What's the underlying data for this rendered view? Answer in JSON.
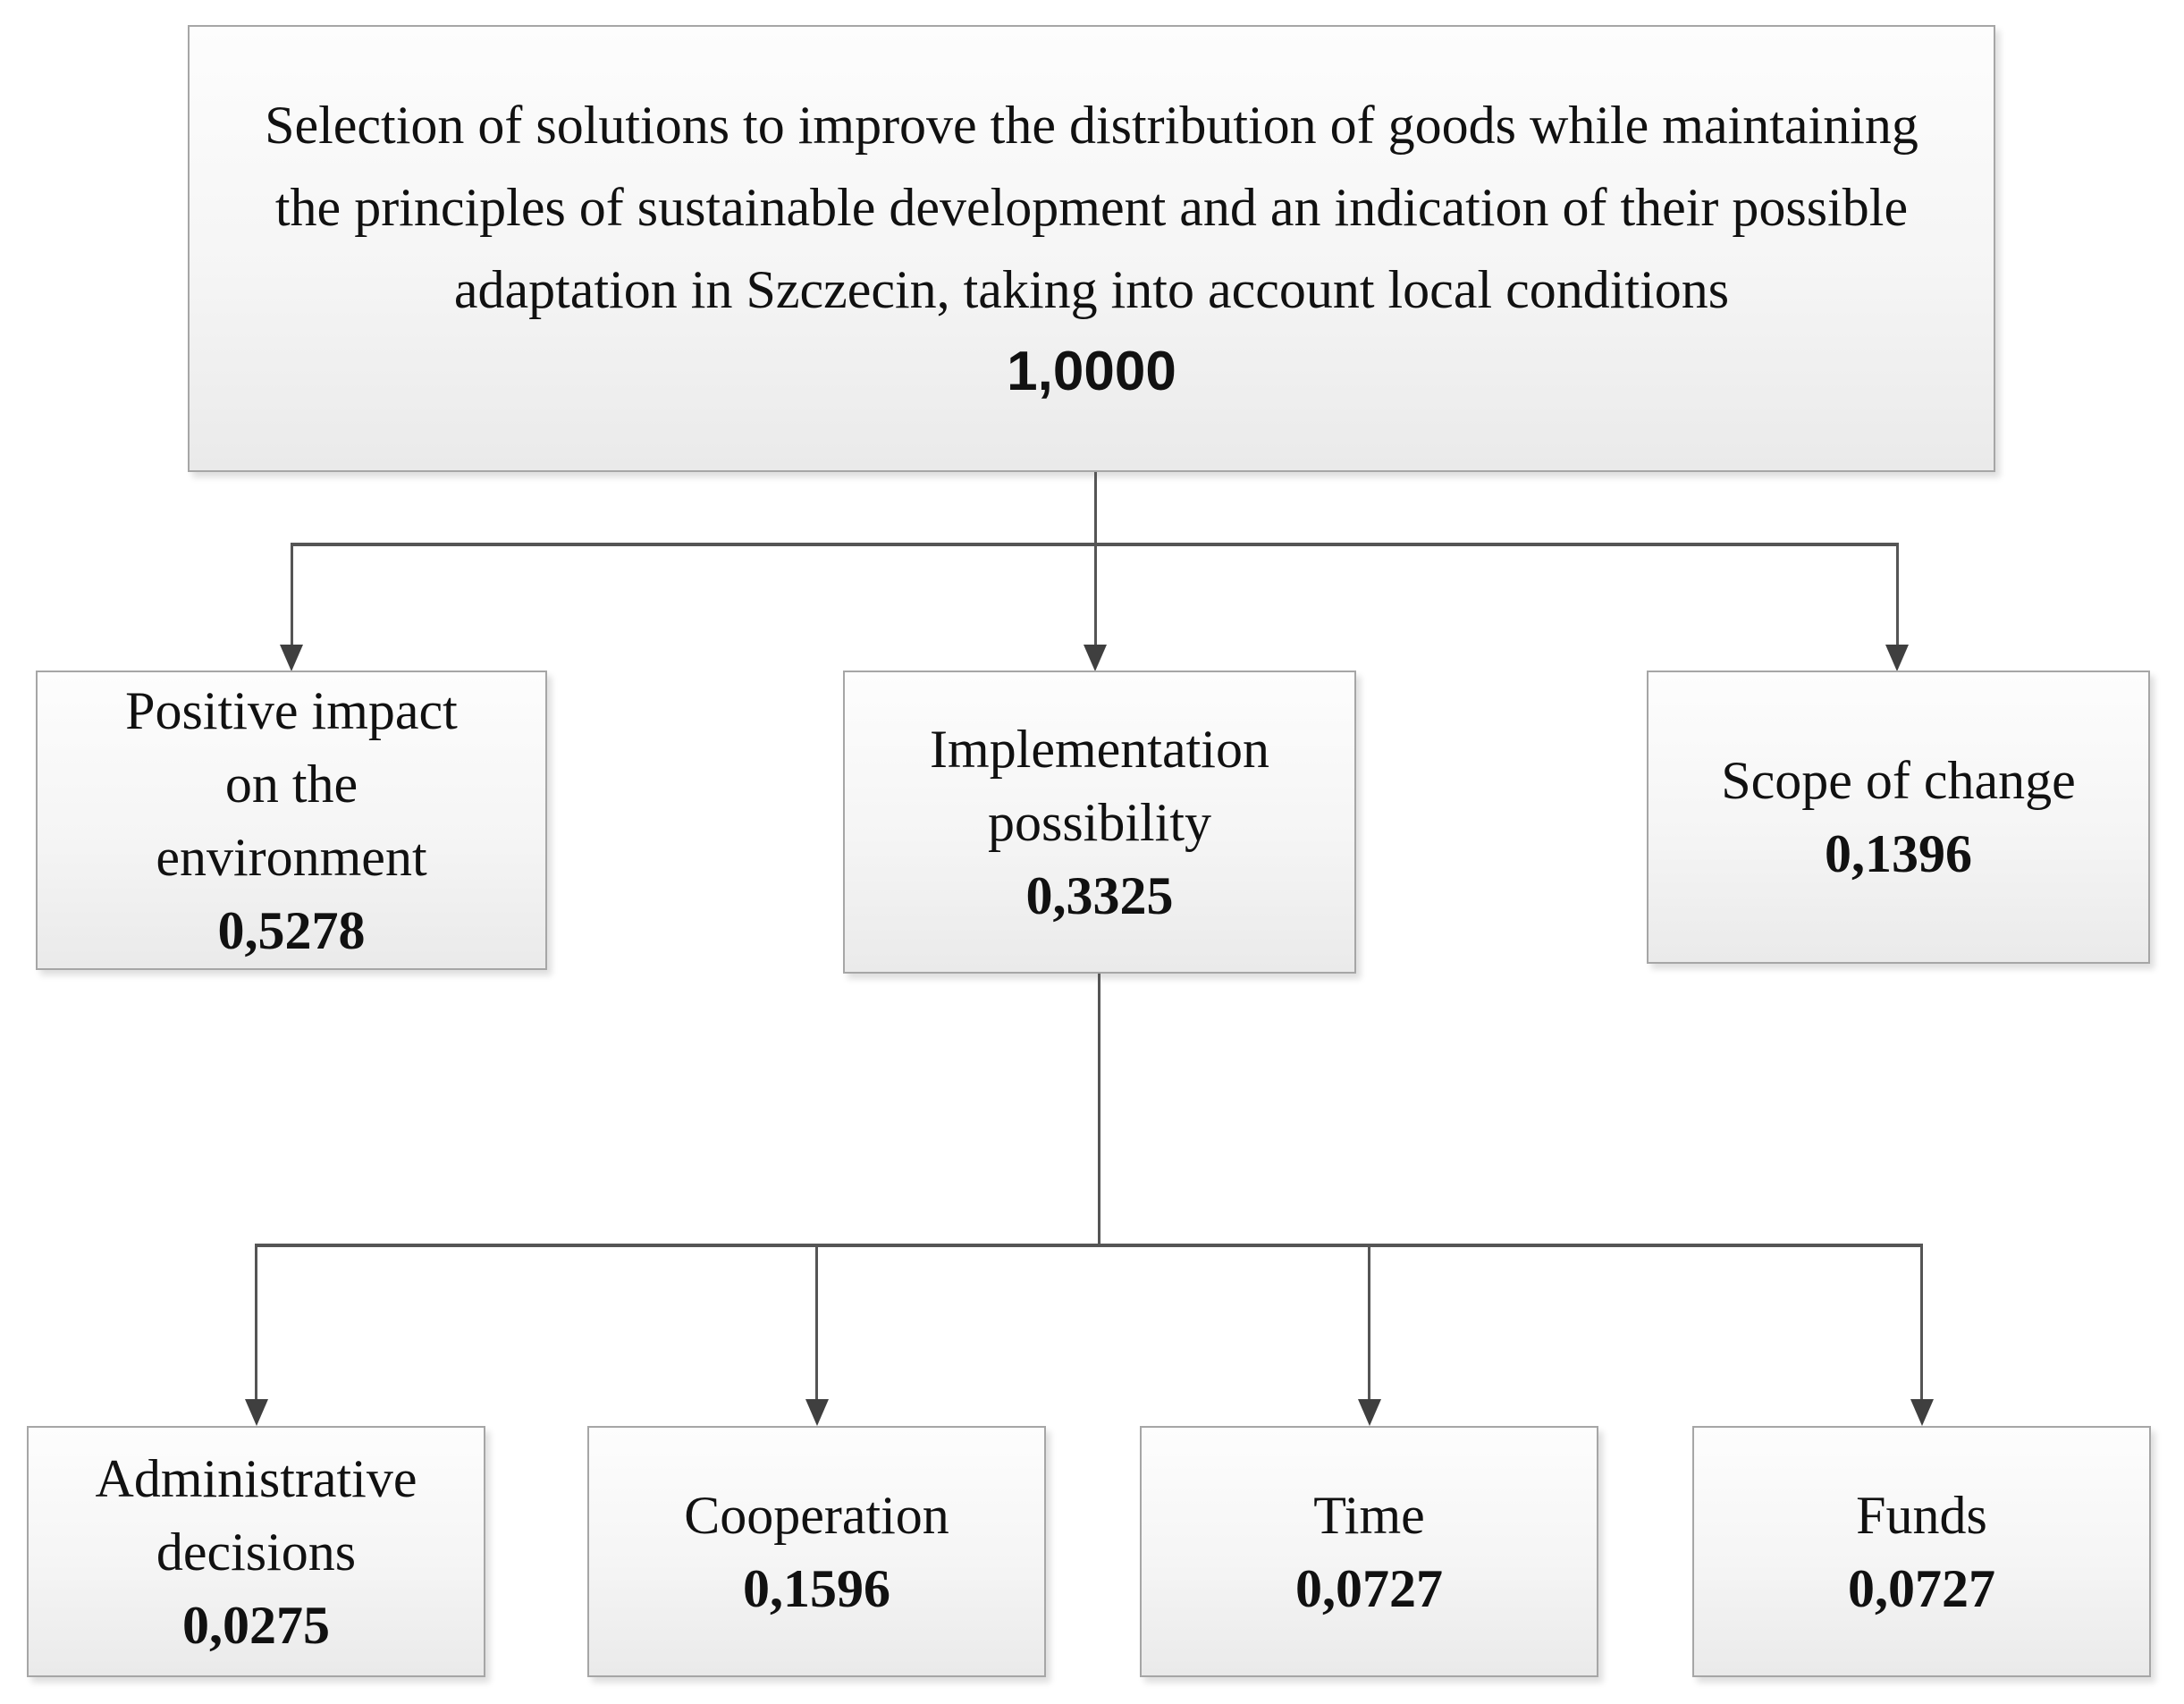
{
  "diagram": {
    "type": "ahp-hierarchy-tree",
    "root": {
      "label": "Selection of solutions to improve the distribution of goods while maintaining the principles of sustainable development and an indication of their possible adaptation in Szczecin, taking into account local conditions",
      "value": "1,0000"
    },
    "criteria": [
      {
        "label": "Positive impact on the environment",
        "value": "0,5278"
      },
      {
        "label": "Implementation possibility",
        "value": "0,3325"
      },
      {
        "label": "Scope of change",
        "value": "0,1396"
      }
    ],
    "subcriteria": [
      {
        "label": "Administrative decisions",
        "value": "0,0275"
      },
      {
        "label": "Cooperation",
        "value": "0,1596"
      },
      {
        "label": "Time",
        "value": "0,0727"
      },
      {
        "label": "Funds",
        "value": "0,0727"
      }
    ],
    "colors": {
      "background": "#ffffff",
      "box_fill_top": "#fdfdfd",
      "box_fill_bottom": "#eaeaea",
      "box_border": "#a6a6a6",
      "connector_line": "#555555",
      "arrowhead": "#3f3f3f",
      "text": "#111111"
    }
  }
}
